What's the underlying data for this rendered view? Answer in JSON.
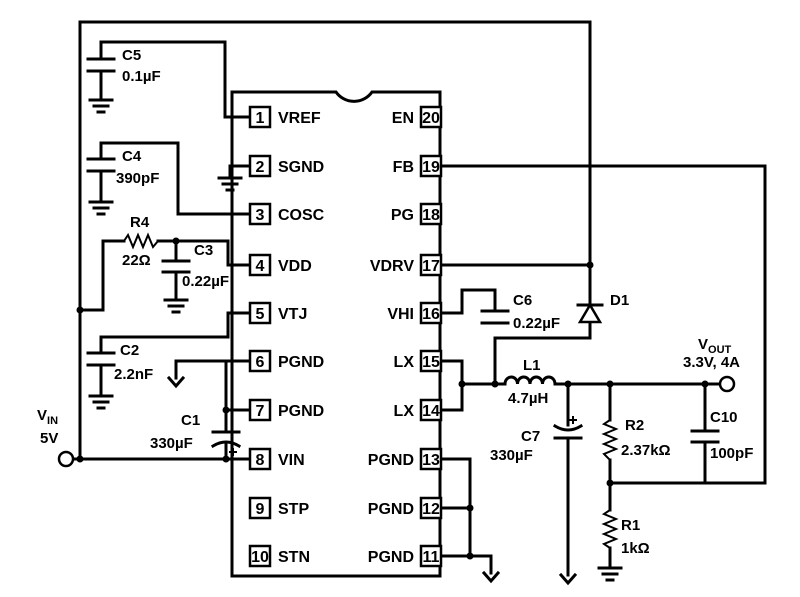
{
  "ic": {
    "left_pins": [
      {
        "num": "1",
        "name": "VREF"
      },
      {
        "num": "2",
        "name": "SGND"
      },
      {
        "num": "3",
        "name": "COSC"
      },
      {
        "num": "4",
        "name": "VDD"
      },
      {
        "num": "5",
        "name": "VTJ"
      },
      {
        "num": "6",
        "name": "PGND"
      },
      {
        "num": "7",
        "name": "PGND"
      },
      {
        "num": "8",
        "name": "VIN"
      },
      {
        "num": "9",
        "name": "STP"
      },
      {
        "num": "10",
        "name": "STN"
      }
    ],
    "right_pins": [
      {
        "num": "20",
        "name": "EN"
      },
      {
        "num": "19",
        "name": "FB"
      },
      {
        "num": "18",
        "name": "PG"
      },
      {
        "num": "17",
        "name": "VDRV"
      },
      {
        "num": "16",
        "name": "VHI"
      },
      {
        "num": "15",
        "name": "LX"
      },
      {
        "num": "14",
        "name": "LX"
      },
      {
        "num": "13",
        "name": "PGND"
      },
      {
        "num": "12",
        "name": "PGND"
      },
      {
        "num": "11",
        "name": "PGND"
      }
    ]
  },
  "components": {
    "c5": {
      "ref": "C5",
      "value": "0.1µF"
    },
    "c4": {
      "ref": "C4",
      "value": "390pF"
    },
    "r4": {
      "ref": "R4",
      "value": "22Ω"
    },
    "c3": {
      "ref": "C3",
      "value": "0.22µF"
    },
    "c2": {
      "ref": "C2",
      "value": "2.2nF"
    },
    "c1": {
      "ref": "C1",
      "value": "330µF"
    },
    "c6": {
      "ref": "C6",
      "value": "0.22µF"
    },
    "d1": {
      "ref": "D1"
    },
    "l1": {
      "ref": "L1",
      "value": "4.7µH"
    },
    "c7": {
      "ref": "C7",
      "value": "330µF"
    },
    "r2": {
      "ref": "R2",
      "value": "2.37kΩ"
    },
    "c10": {
      "ref": "C10",
      "value": "100pF"
    },
    "r1": {
      "ref": "R1",
      "value": "1kΩ"
    }
  },
  "vin": {
    "label": "V",
    "sub": "IN",
    "value": "5V"
  },
  "vout": {
    "label": "V",
    "sub": "OUT",
    "value": "3.3V, 4A"
  }
}
